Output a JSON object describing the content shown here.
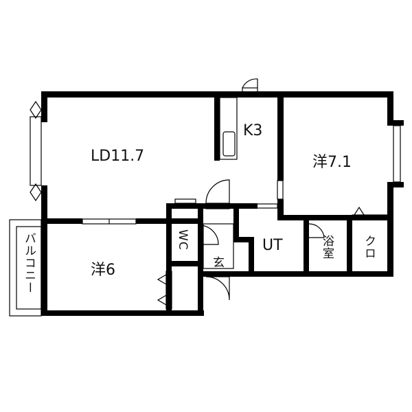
{
  "floor_plan": {
    "rooms": {
      "ld": "LD11.7",
      "kitchen": "K3",
      "western_large": "洋7.1",
      "western_small": "洋6",
      "wc": "WC",
      "entrance": "玄",
      "utility": "UT",
      "bath": "浴室",
      "closet": "クロ",
      "balcony": "バルコニー"
    },
    "colors": {
      "wall": "#000000",
      "background": "#ffffff"
    }
  }
}
